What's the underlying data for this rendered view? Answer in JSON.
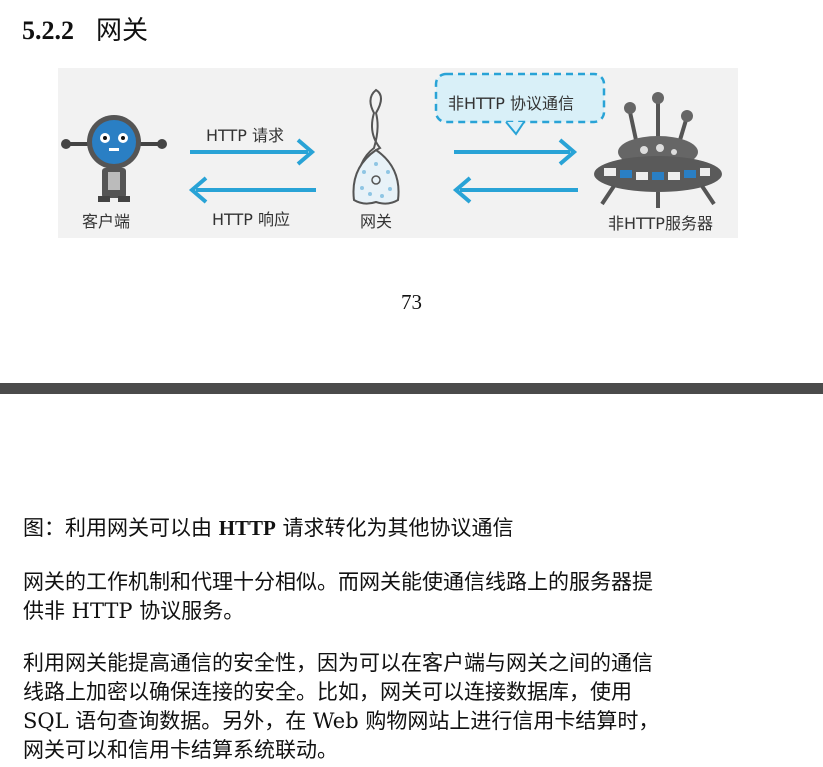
{
  "section": {
    "number": "5.2.2",
    "title": "网关"
  },
  "figure": {
    "client_label": "客户端",
    "request_label": "HTTP 请求",
    "response_label": "HTTP 响应",
    "gateway_label": "网关",
    "bubble_label": "非HTTP 协议通信",
    "server_label": "非HTTP服务器",
    "colors": {
      "arrow": "#29a3d6",
      "bubble_fill": "#d9f0f8",
      "bubble_border": "#29a3d6",
      "robot": "#2a7fc4",
      "background": "#f2f2f2"
    }
  },
  "page_number": "73",
  "caption": {
    "prefix": "图：利用网关可以由 ",
    "bold": "HTTP",
    "suffix": " 请求转化为其他协议通信"
  },
  "paragraph1": [
    "网关的工作机制和代理十分相似。而网关能使通信线路上的服务器提",
    "供非 HTTP 协议服务。"
  ],
  "paragraph2": [
    "利用网关能提高通信的安全性，因为可以在客户端与网关之间的通信",
    "线路上加密以确保连接的安全。比如，网关可以连接数据库，使用",
    "SQL 语句查询数据。另外，在 Web 购物网站上进行信用卡结算时，",
    "网关可以和信用卡结算系统联动。"
  ]
}
